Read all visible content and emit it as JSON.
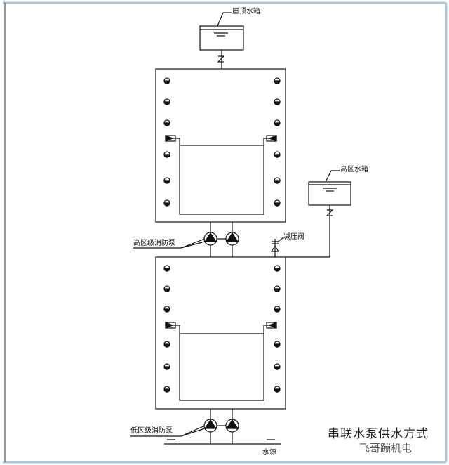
{
  "labels": {
    "roof_tank": "屋顶水箱",
    "high_zone_tank": "高区水箱",
    "high_zone_pumps": "高区级消防泵",
    "pressure_valve": "减压阀",
    "low_zone_pumps": "低区级消防泵",
    "water_source": "水源"
  },
  "title": "串联水泵供水方式",
  "watermark": "飞哥蹦机电",
  "colors": {
    "line": "#111111",
    "frame": "#a9c8e0"
  }
}
